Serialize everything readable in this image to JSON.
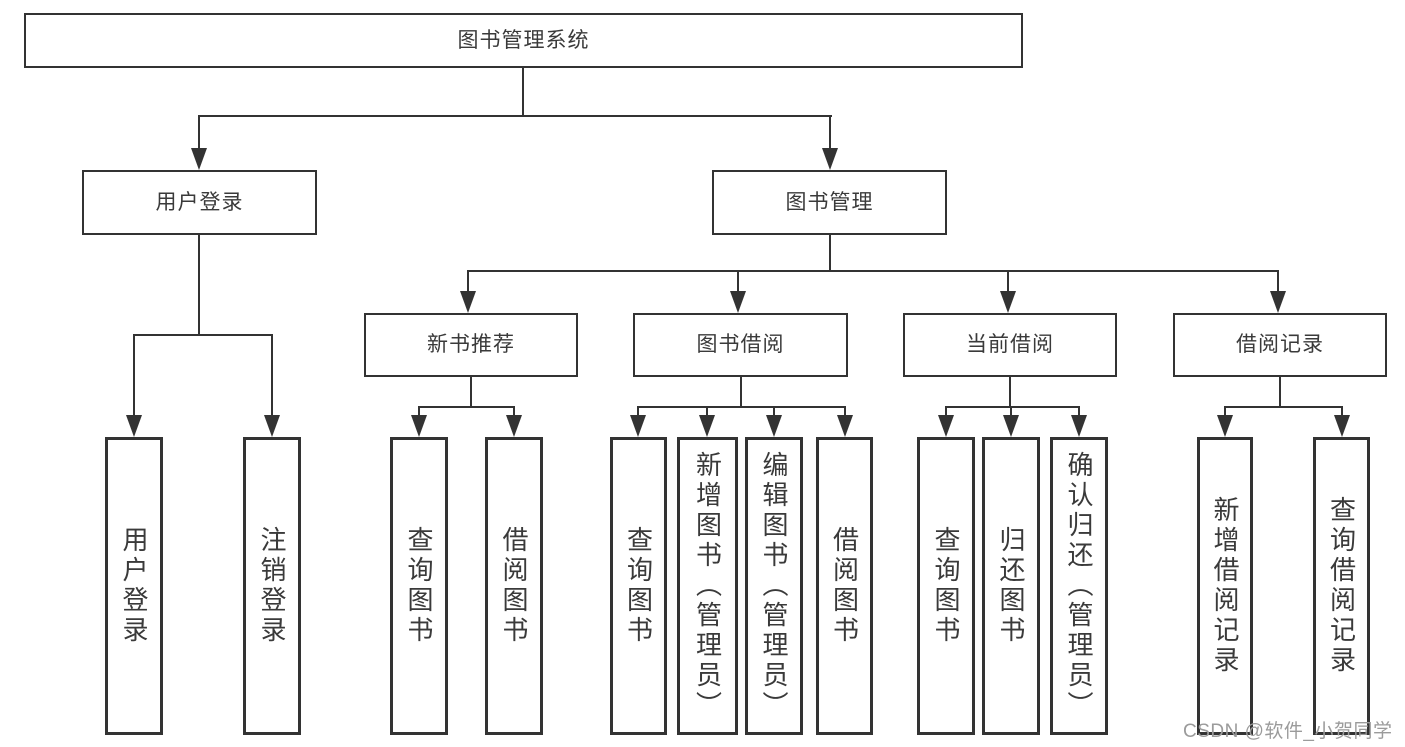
{
  "colors": {
    "line": "#333333",
    "text": "#3a3a3a",
    "watermark": "#9b9b9b",
    "background": "#ffffff"
  },
  "watermark": "CSDN @软件_小贺同学",
  "tree": {
    "label": "图书管理系统",
    "children": [
      {
        "label": "用户登录",
        "children": [
          {
            "label": "用户登录"
          },
          {
            "label": "注销登录"
          }
        ]
      },
      {
        "label": "图书管理",
        "children": [
          {
            "label": "新书推荐",
            "children": [
              {
                "label": "查询图书"
              },
              {
                "label": "借阅图书"
              }
            ]
          },
          {
            "label": "图书借阅",
            "children": [
              {
                "label": "查询图书"
              },
              {
                "label": "新增图书（管理员）"
              },
              {
                "label": "编辑图书（管理员）"
              },
              {
                "label": "借阅图书"
              }
            ]
          },
          {
            "label": "当前借阅",
            "children": [
              {
                "label": "查询图书"
              },
              {
                "label": "归还图书"
              },
              {
                "label": "确认归还（管理员）"
              }
            ]
          },
          {
            "label": "借阅记录",
            "children": [
              {
                "label": "新增借阅记录"
              },
              {
                "label": "查询借阅记录"
              }
            ]
          }
        ]
      }
    ]
  }
}
